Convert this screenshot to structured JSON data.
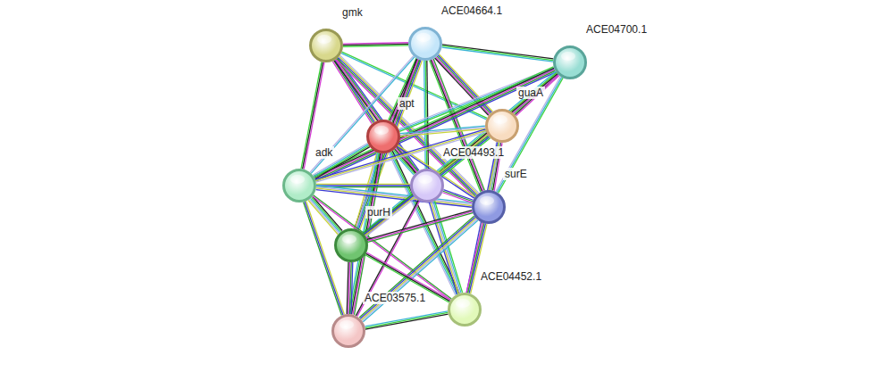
{
  "diagram": {
    "nodes": [
      {
        "text": [
          "gmk"
        ]
      },
      {
        "text": [
          "ACE04664.1"
        ]
      },
      {
        "text": [
          "ACE04700.1"
        ]
      },
      {
        "text": [
          "apt"
        ]
      },
      {
        "text": [
          "guaA"
        ]
      },
      {
        "text": [
          "adk"
        ]
      },
      {
        "text": [
          "ACE04493.1"
        ]
      },
      {
        "text": [
          "surE"
        ]
      },
      {
        "text": [
          "purH"
        ]
      },
      {
        "text": [
          "ACE04452.1"
        ]
      },
      {
        "text": [
          "ACE03575.1"
        ]
      }
    ],
    "edges": [
      {
        "from": 0,
        "to": 1,
        "arrow": "none"
      },
      {
        "from": 0,
        "to": 3,
        "arrow": "none"
      },
      {
        "from": 0,
        "to": 4,
        "arrow": "none"
      },
      {
        "from": 0,
        "to": 5,
        "arrow": "none"
      },
      {
        "from": 0,
        "to": 6,
        "arrow": "none"
      },
      {
        "from": 0,
        "to": 7,
        "arrow": "none"
      },
      {
        "from": 1,
        "to": 2,
        "arrow": "none"
      },
      {
        "from": 1,
        "to": 3,
        "arrow": "none"
      },
      {
        "from": 1,
        "to": 4,
        "arrow": "none"
      },
      {
        "from": 1,
        "to": 5,
        "arrow": "none"
      },
      {
        "from": 1,
        "to": 6,
        "arrow": "none"
      },
      {
        "from": 1,
        "to": 7,
        "arrow": "none"
      },
      {
        "from": 1,
        "to": 8,
        "arrow": "none"
      },
      {
        "from": 2,
        "to": 3,
        "arrow": "none"
      },
      {
        "from": 2,
        "to": 4,
        "arrow": "none"
      },
      {
        "from": 2,
        "to": 5,
        "arrow": "none"
      },
      {
        "from": 2,
        "to": 6,
        "arrow": "none"
      },
      {
        "from": 2,
        "to": 7,
        "arrow": "none"
      },
      {
        "from": 2,
        "to": 8,
        "arrow": "none"
      },
      {
        "from": 3,
        "to": 4,
        "arrow": "none"
      },
      {
        "from": 3,
        "to": 5,
        "arrow": "none"
      },
      {
        "from": 3,
        "to": 6,
        "arrow": "none"
      },
      {
        "from": 3,
        "to": 7,
        "arrow": "none"
      },
      {
        "from": 3,
        "to": 8,
        "arrow": "none"
      },
      {
        "from": 3,
        "to": 9,
        "arrow": "none"
      },
      {
        "from": 3,
        "to": 10,
        "arrow": "none"
      },
      {
        "from": 4,
        "to": 5,
        "arrow": "none"
      },
      {
        "from": 4,
        "to": 6,
        "arrow": "none"
      },
      {
        "from": 4,
        "to": 7,
        "arrow": "none"
      },
      {
        "from": 4,
        "to": 8,
        "arrow": "none"
      },
      {
        "from": 4,
        "to": 9,
        "arrow": "none"
      },
      {
        "from": 5,
        "to": 6,
        "arrow": "none"
      },
      {
        "from": 5,
        "to": 7,
        "arrow": "none"
      },
      {
        "from": 5,
        "to": 8,
        "arrow": "none"
      },
      {
        "from": 5,
        "to": 9,
        "arrow": "none"
      },
      {
        "from": 5,
        "to": 10,
        "arrow": "none"
      },
      {
        "from": 6,
        "to": 7,
        "arrow": "none"
      },
      {
        "from": 6,
        "to": 8,
        "arrow": "none"
      },
      {
        "from": 6,
        "to": 9,
        "arrow": "none"
      },
      {
        "from": 6,
        "to": 10,
        "arrow": "none"
      },
      {
        "from": 7,
        "to": 8,
        "arrow": "none"
      },
      {
        "from": 7,
        "to": 9,
        "arrow": "none"
      },
      {
        "from": 7,
        "to": 10,
        "arrow": "none"
      },
      {
        "from": 8,
        "to": 9,
        "arrow": "none"
      },
      {
        "from": 8,
        "to": 10,
        "arrow": "none"
      },
      {
        "from": 9,
        "to": 10,
        "arrow": "none"
      }
    ]
  }
}
